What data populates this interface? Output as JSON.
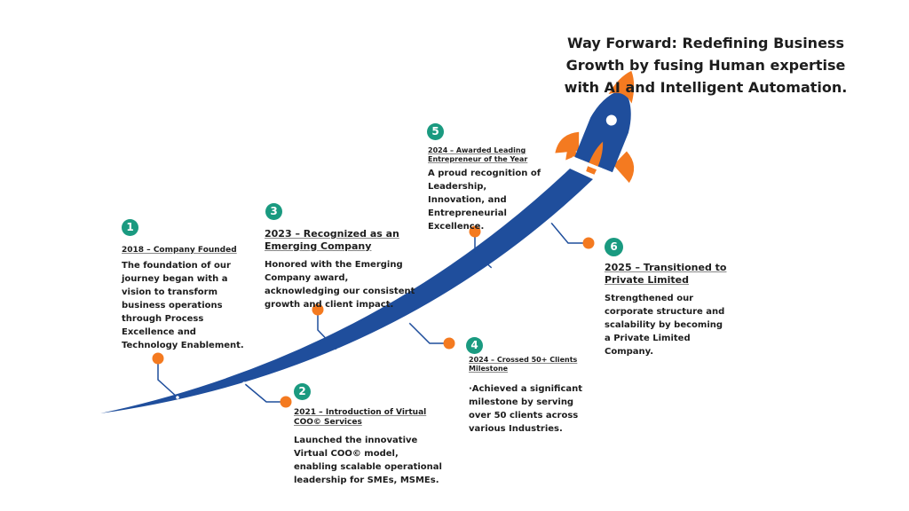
{
  "title": "Way Forward: Redefining Business Growth by fusing Human expertise with AI and Intelligent Automation.",
  "colors": {
    "path": "#1f4e9c",
    "accent": "#f47a20",
    "badge": "#1a9a80"
  },
  "milestones": [
    {
      "num": "1",
      "heading": "2018 – Company Founded",
      "text": "The foundation of our journey began with a vision to transform business operations through Process Excellence and Technology Enablement."
    },
    {
      "num": "2",
      "heading": "2021 – Introduction of Virtual COO© Services",
      "text": "Launched the innovative Virtual COO© model, enabling scalable operational leadership for SMEs, MSMEs."
    },
    {
      "num": "3",
      "heading": "2023 – Recognized as an Emerging Company",
      "text": "Honored with the Emerging Company award, acknowledging our consistent growth and client impact."
    },
    {
      "num": "4",
      "heading": "2024 – Crossed 50+ Clients Milestone",
      "text": "·Achieved a significant milestone by serving over 50 clients across various Industries."
    },
    {
      "num": "5",
      "heading": "2024 – Awarded Leading Entrepreneur of the Year",
      "text": "A proud recognition of Leadership, Innovation, and Entrepreneurial Excellence."
    },
    {
      "num": "6",
      "heading": "2025 – Transitioned to Private Limited",
      "text": "Strengthened our corporate structure and scalability by becoming a Private Limited Company."
    }
  ]
}
